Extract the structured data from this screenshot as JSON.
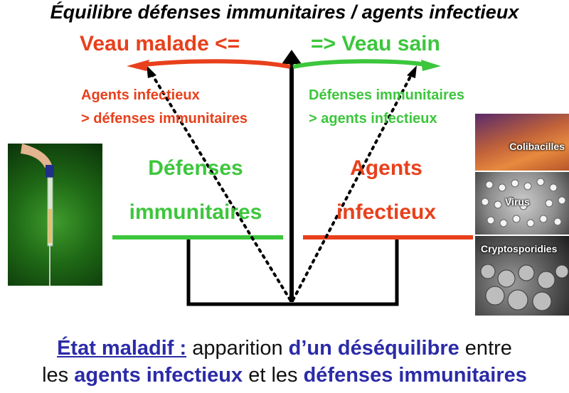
{
  "title": "Équilibre défenses immunitaires / agents infectieux",
  "balance": {
    "left_outcome": "Veau malade <=",
    "right_outcome": "=> Veau sain",
    "left_condition": [
      "Agents infectieux",
      "> défenses immunitaires"
    ],
    "right_condition": [
      "Défenses immunitaires",
      "> agents infectieux"
    ],
    "left_pan_label": [
      "Défenses",
      "immunitaires"
    ],
    "right_pan_label": [
      "Agents",
      "infectieux"
    ]
  },
  "micrographs": [
    "Colibacilles",
    "Virus",
    "Cryptosporidies"
  ],
  "conclusion": {
    "line1_title": "État maladif :",
    "line1_text": " apparition ",
    "line1_bold": "d’un déséquilibre",
    "line1_end": " entre",
    "line2_start": "les ",
    "line2_bold1": "agents infectieux",
    "line2_mid": " et les ",
    "line2_bold2": "défenses immunitaires"
  },
  "colors": {
    "red": "#e8401c",
    "green": "#3cc63c",
    "blue": "#2b2ba8"
  }
}
